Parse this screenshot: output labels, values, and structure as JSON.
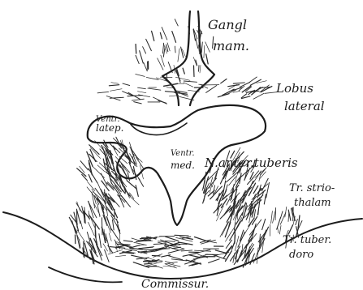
{
  "labels": {
    "ganglion_1": "Gangl",
    "ganglion_2": "mam.",
    "lobus_1": "Lobus",
    "lobus_2": "lateral",
    "ventr_1": "Ventr.",
    "ventr_2": "latep.",
    "ventr_med_1": "Ventr.",
    "ventr_med_2": "med.",
    "n_anter": "N.anter.tuberis",
    "tr_strio_1": "Tr. strio-",
    "tr_strio_2": "thalam",
    "tr_tuber_1": "Tr. tuber.",
    "tr_tuber_2": "doro",
    "commissur": "Commissur."
  }
}
